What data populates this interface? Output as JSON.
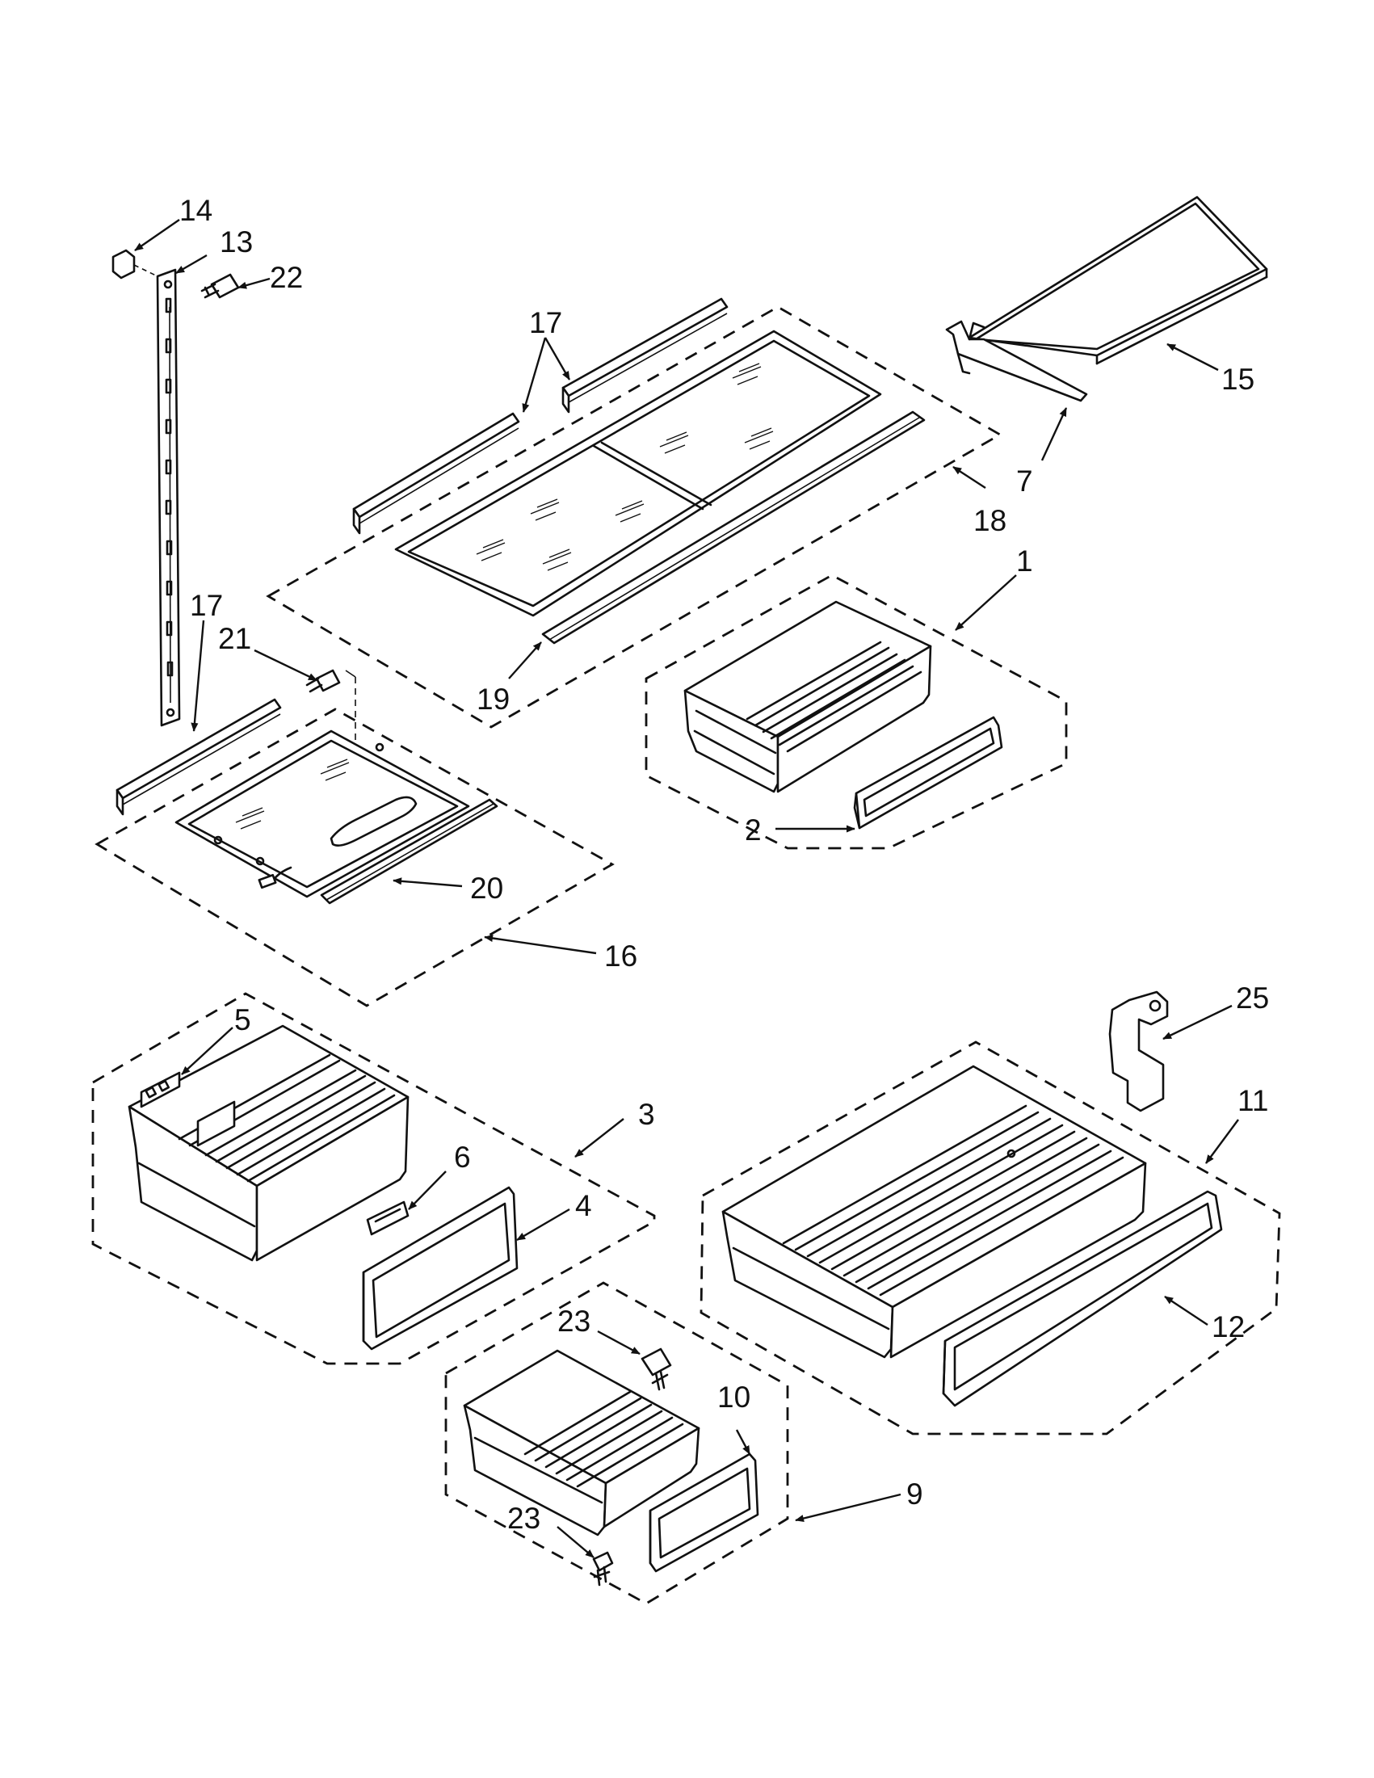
{
  "figure": {
    "callouts": [
      {
        "id": "c14",
        "label": "14"
      },
      {
        "id": "c13",
        "label": "13"
      },
      {
        "id": "c22",
        "label": "22"
      },
      {
        "id": "c17a",
        "label": "17"
      },
      {
        "id": "c15",
        "label": "15"
      },
      {
        "id": "c7",
        "label": "7"
      },
      {
        "id": "c18",
        "label": "18"
      },
      {
        "id": "c1",
        "label": "1"
      },
      {
        "id": "c17b",
        "label": "17"
      },
      {
        "id": "c21",
        "label": "21"
      },
      {
        "id": "c19",
        "label": "19"
      },
      {
        "id": "c2",
        "label": "2"
      },
      {
        "id": "c20",
        "label": "20"
      },
      {
        "id": "c16",
        "label": "16"
      },
      {
        "id": "c5",
        "label": "5"
      },
      {
        "id": "c25",
        "label": "25"
      },
      {
        "id": "c3",
        "label": "3"
      },
      {
        "id": "c11",
        "label": "11"
      },
      {
        "id": "c6",
        "label": "6"
      },
      {
        "id": "c4",
        "label": "4"
      },
      {
        "id": "c12",
        "label": "12"
      },
      {
        "id": "c23a",
        "label": "23"
      },
      {
        "id": "c10",
        "label": "10"
      },
      {
        "id": "c9",
        "label": "9"
      },
      {
        "id": "c23b",
        "label": "23"
      }
    ]
  }
}
